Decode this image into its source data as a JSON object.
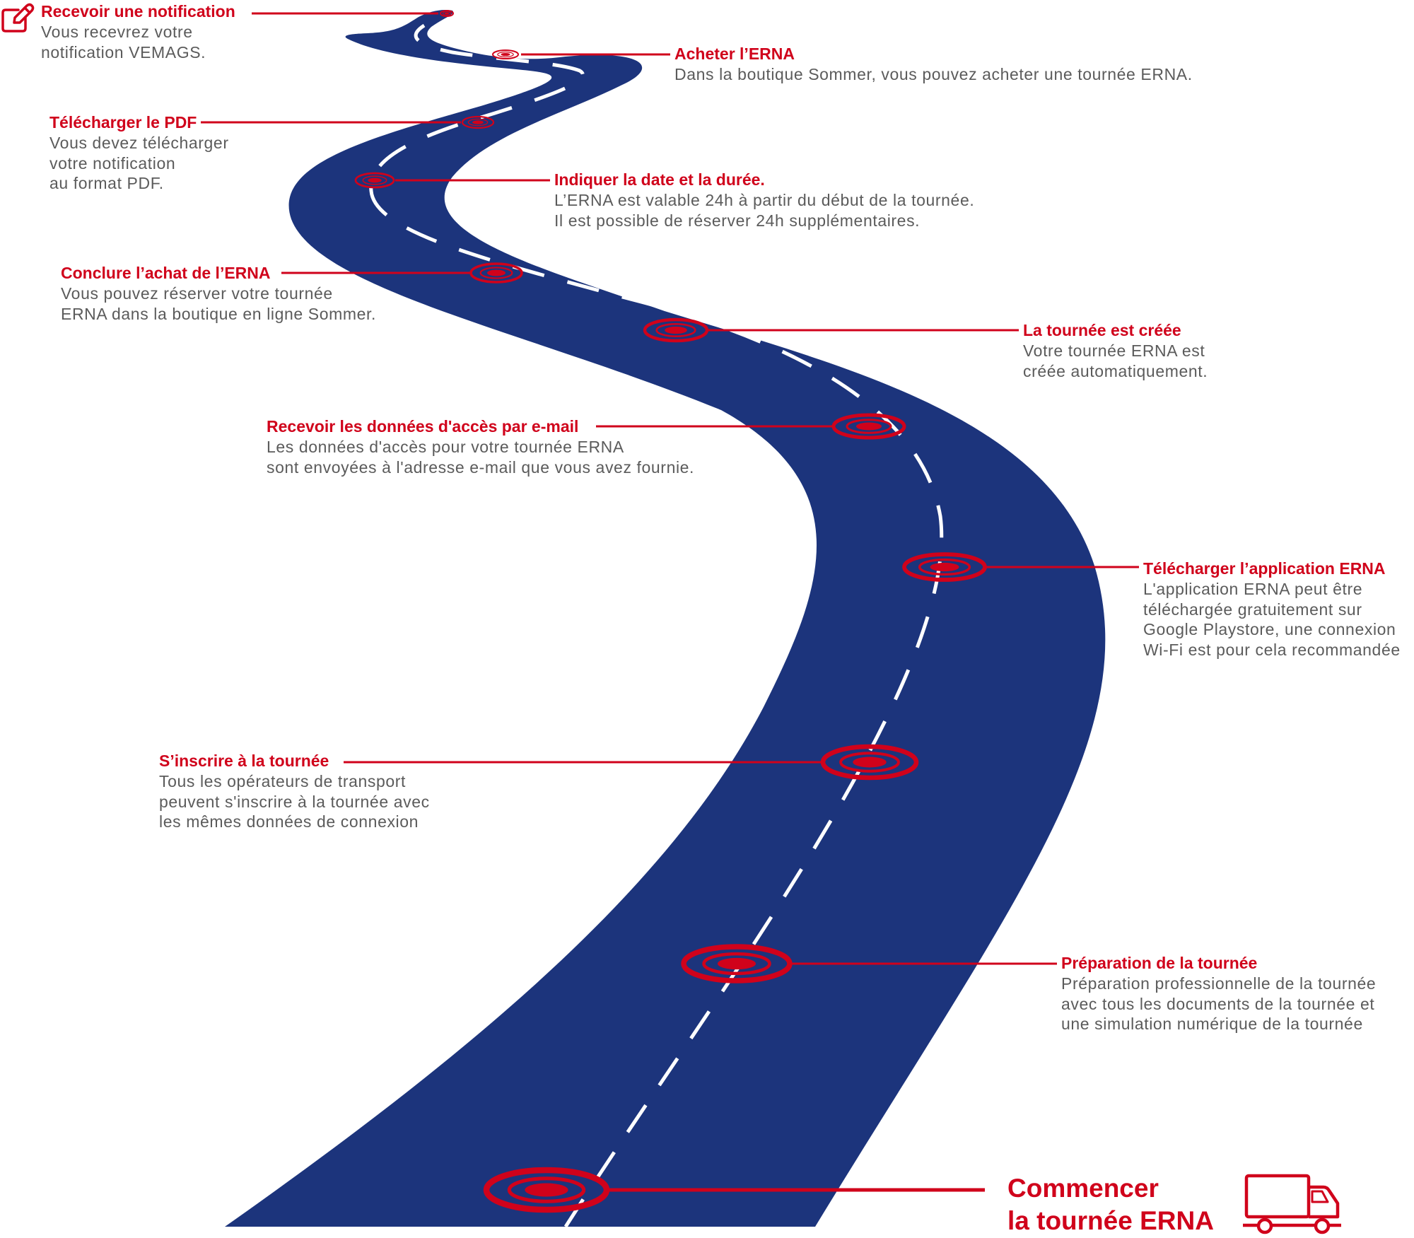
{
  "colors": {
    "road": "#1c347c",
    "accent": "#d0021b",
    "lane": "#ffffff",
    "text": "#5b5b5b"
  },
  "icons": {
    "top": "edit-pencil-icon",
    "bottom": "delivery-truck-icon"
  },
  "steps": [
    {
      "title": "Recevoir une notification",
      "lines": [
        "Vous recevrez votre",
        "notification VEMAGS."
      ]
    },
    {
      "title": "Acheter l’ERNA",
      "lines": [
        "Dans la boutique Sommer, vous pouvez acheter une tournée ERNA."
      ]
    },
    {
      "title": "Télécharger le PDF",
      "lines": [
        "Vous devez télécharger",
        "votre notification",
        "au format PDF."
      ]
    },
    {
      "title": "Indiquer la date et la durée.",
      "lines": [
        "L’ERNA est valable 24h à partir du début de la tournée.",
        "Il est possible de réserver 24h supplémentaires."
      ]
    },
    {
      "title": "Conclure l’achat de l’ERNA",
      "lines": [
        "Vous pouvez réserver votre tournée",
        "ERNA dans la boutique en ligne Sommer."
      ]
    },
    {
      "title": "La tournée est créée",
      "lines": [
        "Votre tournée ERNA est",
        "créée automatiquement."
      ]
    },
    {
      "title": "Recevoir les données d'accès par e-mail",
      "lines": [
        "Les données d'accès pour votre tournée ERNA",
        "sont envoyées à l'adresse e-mail que vous avez fournie."
      ]
    },
    {
      "title": "Télécharger l’application ERNA",
      "lines": [
        "L'application ERNA peut être",
        "téléchargée gratuitement sur",
        "Google Playstore, une connexion",
        "Wi-Fi est pour cela recommandée"
      ]
    },
    {
      "title": "S’inscrire à la tournée",
      "lines": [
        "Tous les opérateurs de transport",
        "peuvent s'inscrire à la tournée avec",
        "les mêmes données de connexion"
      ]
    },
    {
      "title": "Préparation de la tournée",
      "lines": [
        "Préparation professionnelle de la tournée",
        "avec tous les documents de la tournée et",
        "une simulation numérique de la tournée"
      ]
    }
  ],
  "final": {
    "line1": "Commencer",
    "line2": "la tournée ERNA"
  }
}
